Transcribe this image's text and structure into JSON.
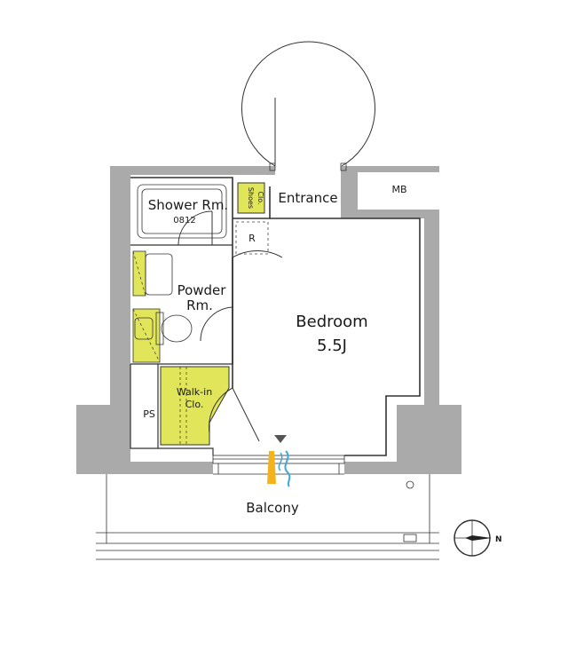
{
  "rooms": {
    "shower": "Shower Rm.",
    "shower_code": "0812",
    "shoes_line1": "Shoes",
    "shoes_line2": "Clo.",
    "entrance": "Entrance",
    "mb": "MB",
    "refrigerator": "R",
    "powder_line1": "Powder",
    "powder_line2": "Rm.",
    "bedroom": "Bedroom",
    "bedroom_size": "5.5J",
    "walkin_line1": "Walk-in",
    "walkin_line2": "Clo.",
    "ps": "PS",
    "balcony": "Balcony"
  },
  "compass": {
    "north": "N"
  },
  "colors": {
    "wall_fill": "#aaaaaa",
    "storage_yellow": "#e1e55a",
    "aircon_orange": "#f2b31c",
    "aircon_blue": "#3aa7e0",
    "line": "#333333"
  }
}
